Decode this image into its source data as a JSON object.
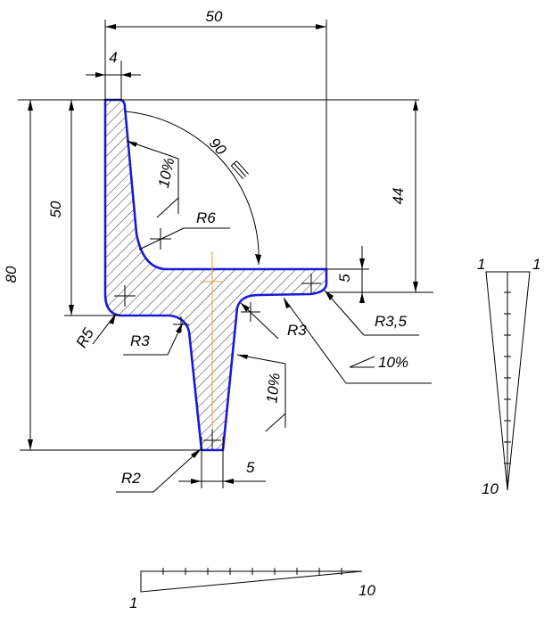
{
  "dimensions": {
    "top_width": "50",
    "web_thickness": "4",
    "flange_height": "50",
    "total_height": "80",
    "upper_height": "44",
    "right_thickness": "5",
    "stem_width": "5",
    "angle_label": "90",
    "radius_r6": "R6",
    "radius_r5": "R5",
    "radius_r3_left": "R3",
    "radius_r3_right": "R3",
    "radius_r35": "R3,5",
    "radius_r2": "R2",
    "slope_top": "10%",
    "slope_right": "10%",
    "slope_stem": "10%"
  },
  "taper_vertical": {
    "top_left": "1",
    "top_right": "1",
    "bottom": "10"
  },
  "taper_horizontal": {
    "left": "1",
    "right": "10"
  }
}
